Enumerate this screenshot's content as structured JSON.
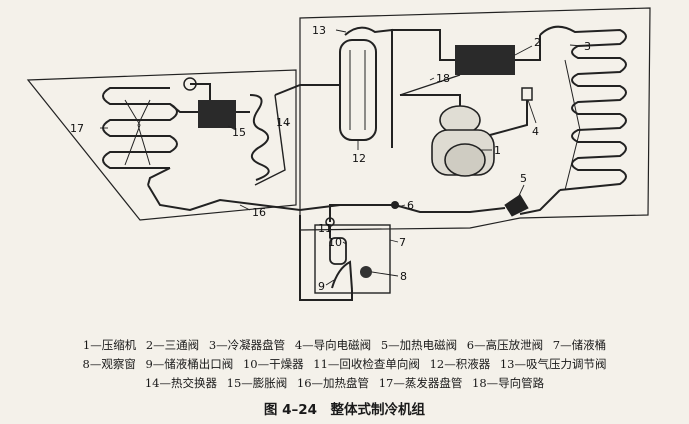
{
  "callouts": [
    "1",
    "2",
    "3",
    "4",
    "5",
    "6",
    "7",
    "8",
    "9",
    "10",
    "11",
    "12",
    "13",
    "14",
    "15",
    "16",
    "17",
    "18"
  ],
  "legend": {
    "row1": [
      "1—压缩机",
      "2—三通阀",
      "3—冷凝器盘管",
      "4—导向电磁阀",
      "5—加热电磁阀",
      "6—高压放泄阀",
      "7—储液桶"
    ],
    "row2": [
      "8—观察窗",
      "9—储液桶出口阀",
      "10—干燥器",
      "11—回收检查单向阀",
      "12—积液器",
      "13—吸气压力调节阀"
    ],
    "row3": [
      "14—热交换器",
      "15—膨胀阀",
      "16—加热盘管",
      "17—蒸发器盘管",
      "18—导向管路"
    ]
  },
  "caption": "图 4–24　整体式制冷机组"
}
